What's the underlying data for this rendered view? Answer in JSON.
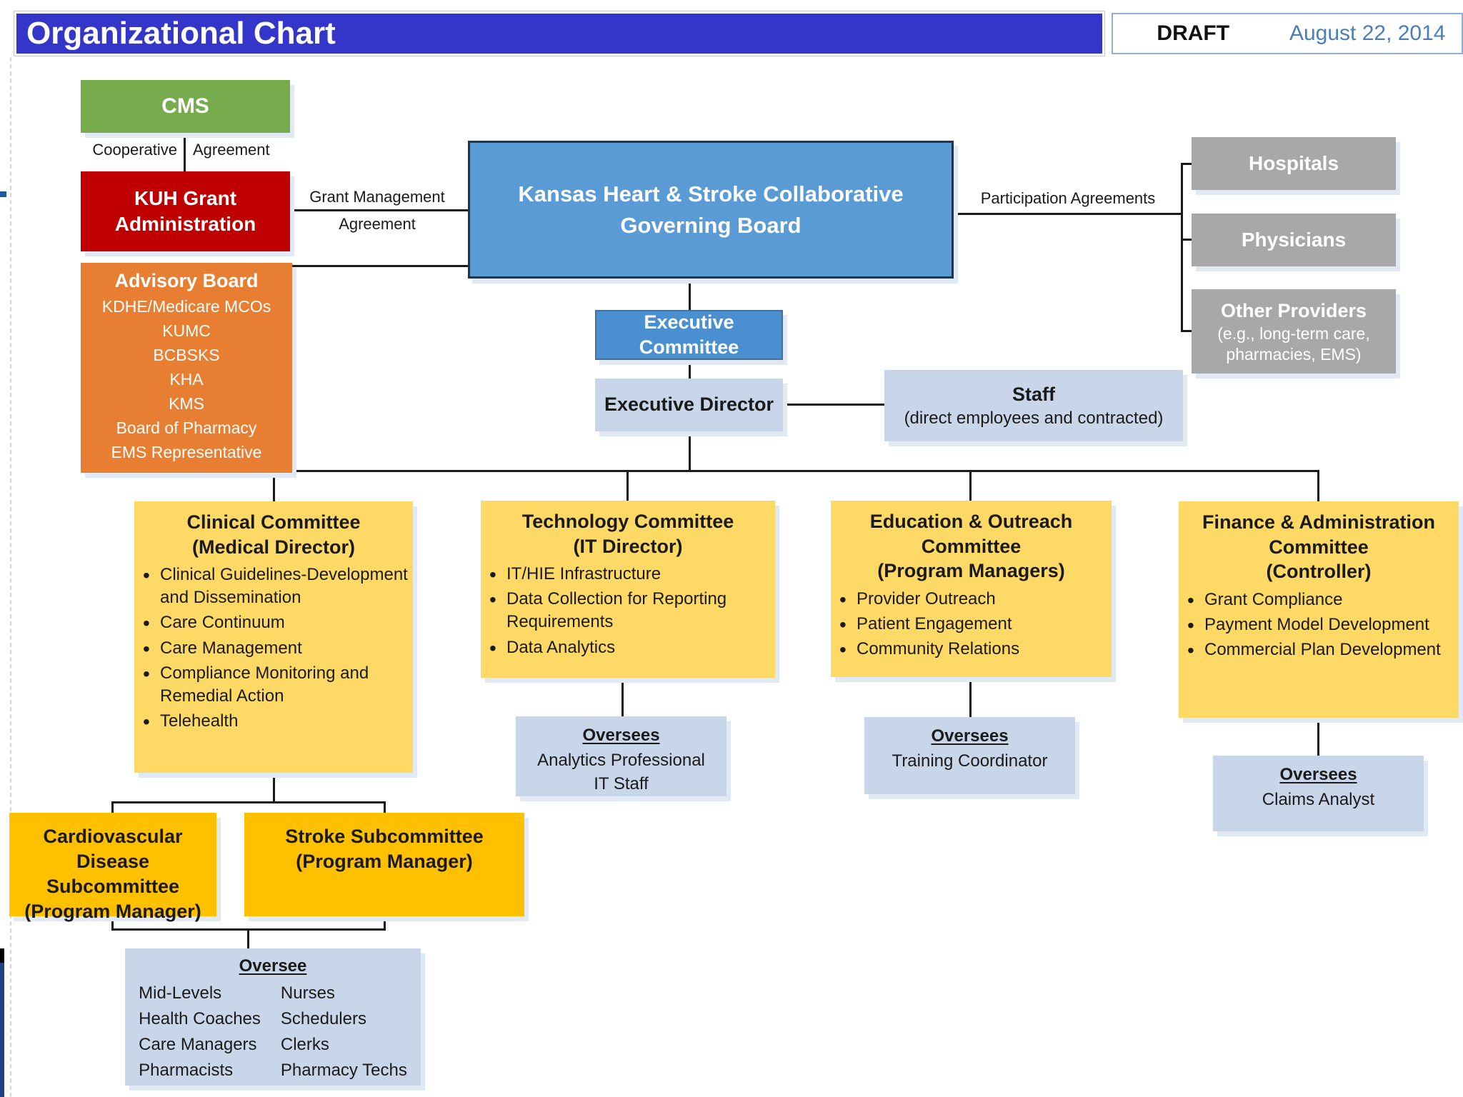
{
  "header": {
    "title": "Organizational Chart",
    "draft": "DRAFT",
    "date": "August 22, 2014"
  },
  "edge_labels": {
    "cooperative_left": "Cooperative",
    "cooperative_right": "Agreement",
    "grant_management_top": "Grant Management",
    "grant_management_bottom": "Agreement",
    "participation": "Participation Agreements"
  },
  "palette": {
    "title_bar_blue": "#3336C9",
    "date_text_blue": "#4A7EBB",
    "cms_green": "#76AC4E",
    "kuh_red": "#C00000",
    "advisory_orange": "#E87E31",
    "board_blue": "#5B9BD5",
    "exec_committee_blue": "#4A90D0",
    "light_blue": "#C9D6EA",
    "provider_gray": "#A8A8A8",
    "committee_yellow": "#FFD966",
    "subcommittee_gold": "#FFC000",
    "connector_black": "#1A1A1A"
  },
  "nodes": {
    "cms": {
      "label": "CMS"
    },
    "kuh_grant": {
      "label": "KUH Grant Administration"
    },
    "advisory_board": {
      "title": "Advisory Board",
      "members": [
        "KDHE/Medicare MCOs",
        "KUMC",
        "BCBSKS",
        "KHA",
        "KMS",
        "Board of Pharmacy",
        "EMS Representative"
      ]
    },
    "governing_board": {
      "label": "Kansas Heart & Stroke Collaborative Governing Board"
    },
    "hospitals": {
      "label": "Hospitals"
    },
    "physicians": {
      "label": "Physicians"
    },
    "other_providers": {
      "title": "Other Providers",
      "subtitle": "(e.g., long-term care, pharmacies, EMS)"
    },
    "executive_committee": {
      "label": "Executive Committee"
    },
    "executive_director": {
      "label": "Executive Director"
    },
    "staff": {
      "title": "Staff",
      "subtitle": "(direct employees and contracted)"
    },
    "clinical_committee": {
      "title": "Clinical Committee",
      "subtitle": "(Medical Director)",
      "bullets": [
        "Clinical Guidelines-Development and Dissemination",
        "Care Continuum",
        "Care Management",
        "Compliance Monitoring and Remedial Action",
        "Telehealth"
      ]
    },
    "technology_committee": {
      "title": "Technology Committee",
      "subtitle": "(IT Director)",
      "bullets": [
        "IT/HIE Infrastructure",
        "Data Collection for Reporting Requirements",
        "Data Analytics"
      ]
    },
    "education_outreach_committee": {
      "title": "Education & Outreach Committee",
      "subtitle": "(Program Managers)",
      "bullets": [
        "Provider Outreach",
        "Patient Engagement",
        "Community Relations"
      ]
    },
    "finance_admin_committee": {
      "title": "Finance & Administration Committee",
      "subtitle": "(Controller)",
      "bullets": [
        "Grant Compliance",
        "Payment Model Development",
        "Commercial Plan Development"
      ]
    },
    "oversees_technology": {
      "title": "Oversees",
      "items": [
        "Analytics Professional",
        "IT Staff"
      ]
    },
    "oversees_education": {
      "title": "Oversees",
      "items": [
        "Training Coordinator"
      ]
    },
    "oversees_finance": {
      "title": "Oversees",
      "items": [
        "Claims Analyst"
      ]
    },
    "cardiovascular_subcommittee": {
      "title": "Cardiovascular Disease Subcommittee",
      "subtitle": "(Program Manager)"
    },
    "stroke_subcommittee": {
      "title": "Stroke Subcommittee",
      "subtitle": "(Program Manager)"
    },
    "oversee_clinical": {
      "title": "Oversee",
      "col1": [
        "Mid-Levels",
        "Health Coaches",
        "Care Managers",
        "Pharmacists"
      ],
      "col2": [
        "Nurses",
        "Schedulers",
        "Clerks",
        "Pharmacy Techs"
      ]
    }
  }
}
